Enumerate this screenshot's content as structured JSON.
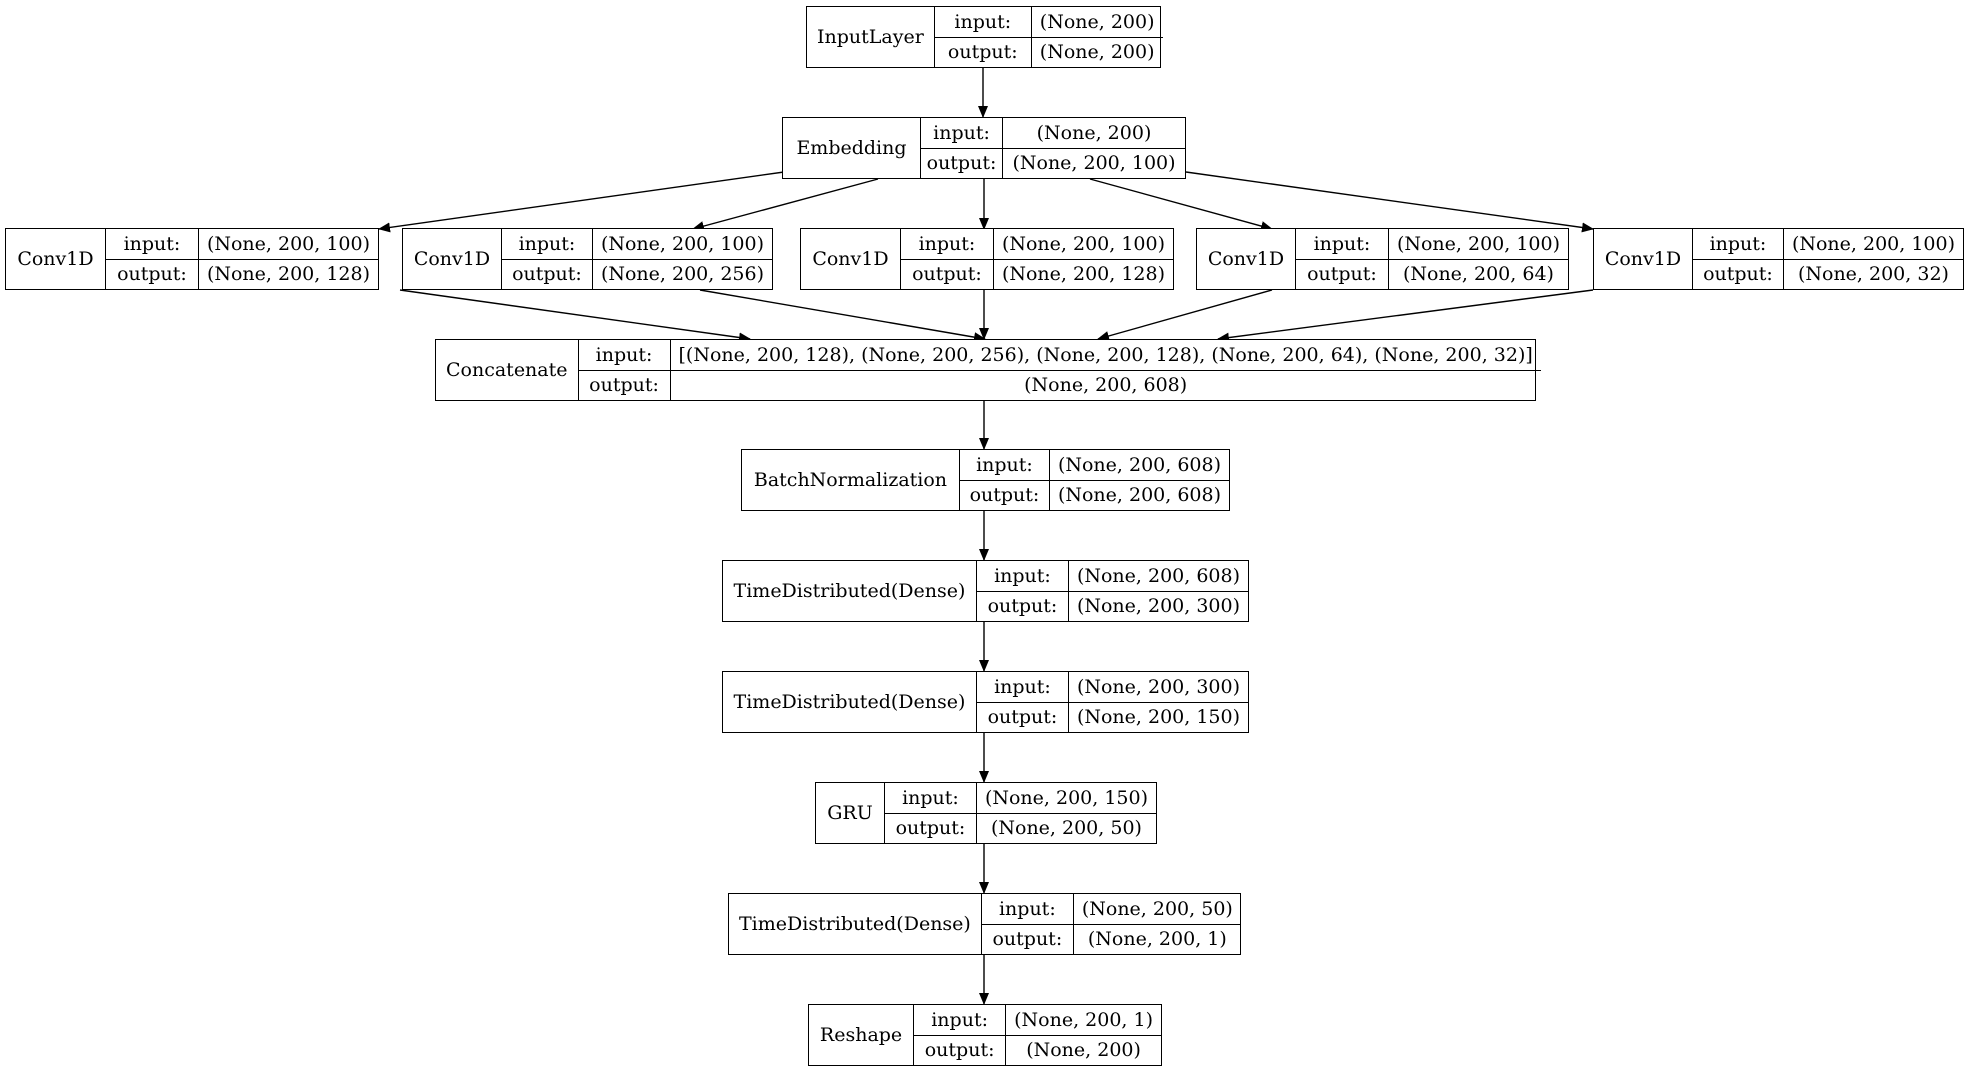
{
  "diagram": {
    "labels": {
      "input": "input:",
      "output": "output:"
    },
    "nodes": [
      {
        "id": "input_layer",
        "name": "InputLayer",
        "input": "(None, 200)",
        "output": "(None, 200)"
      },
      {
        "id": "embedding",
        "name": "Embedding",
        "input": "(None, 200)",
        "output": "(None, 200, 100)"
      },
      {
        "id": "conv1d_1",
        "name": "Conv1D",
        "input": "(None, 200, 100)",
        "output": "(None, 200, 128)"
      },
      {
        "id": "conv1d_2",
        "name": "Conv1D",
        "input": "(None, 200, 100)",
        "output": "(None, 200, 256)"
      },
      {
        "id": "conv1d_3",
        "name": "Conv1D",
        "input": "(None, 200, 100)",
        "output": "(None, 200, 128)"
      },
      {
        "id": "conv1d_4",
        "name": "Conv1D",
        "input": "(None, 200, 100)",
        "output": "(None, 200, 64)"
      },
      {
        "id": "conv1d_5",
        "name": "Conv1D",
        "input": "(None, 200, 100)",
        "output": "(None, 200, 32)"
      },
      {
        "id": "concatenate",
        "name": "Concatenate",
        "input": "[(None, 200, 128), (None, 200, 256), (None, 200, 128), (None, 200, 64), (None, 200, 32)]",
        "output": "(None, 200, 608)"
      },
      {
        "id": "batch_norm",
        "name": "BatchNormalization",
        "input": "(None, 200, 608)",
        "output": "(None, 200, 608)"
      },
      {
        "id": "td_dense_1",
        "name": "TimeDistributed(Dense)",
        "input": "(None, 200, 608)",
        "output": "(None, 200, 300)"
      },
      {
        "id": "td_dense_2",
        "name": "TimeDistributed(Dense)",
        "input": "(None, 200, 300)",
        "output": "(None, 200, 150)"
      },
      {
        "id": "gru",
        "name": "GRU",
        "input": "(None, 200, 150)",
        "output": "(None, 200, 50)"
      },
      {
        "id": "td_dense_3",
        "name": "TimeDistributed(Dense)",
        "input": "(None, 200, 50)",
        "output": "(None, 200, 1)"
      },
      {
        "id": "reshape",
        "name": "Reshape",
        "input": "(None, 200, 1)",
        "output": "(None, 200)"
      }
    ],
    "edges": [
      [
        "input_layer",
        "embedding"
      ],
      [
        "embedding",
        "conv1d_1"
      ],
      [
        "embedding",
        "conv1d_2"
      ],
      [
        "embedding",
        "conv1d_3"
      ],
      [
        "embedding",
        "conv1d_4"
      ],
      [
        "embedding",
        "conv1d_5"
      ],
      [
        "conv1d_1",
        "concatenate"
      ],
      [
        "conv1d_2",
        "concatenate"
      ],
      [
        "conv1d_3",
        "concatenate"
      ],
      [
        "conv1d_4",
        "concatenate"
      ],
      [
        "conv1d_5",
        "concatenate"
      ],
      [
        "concatenate",
        "batch_norm"
      ],
      [
        "batch_norm",
        "td_dense_1"
      ],
      [
        "td_dense_1",
        "td_dense_2"
      ],
      [
        "td_dense_2",
        "gru"
      ],
      [
        "gru",
        "td_dense_3"
      ],
      [
        "td_dense_3",
        "reshape"
      ]
    ]
  }
}
